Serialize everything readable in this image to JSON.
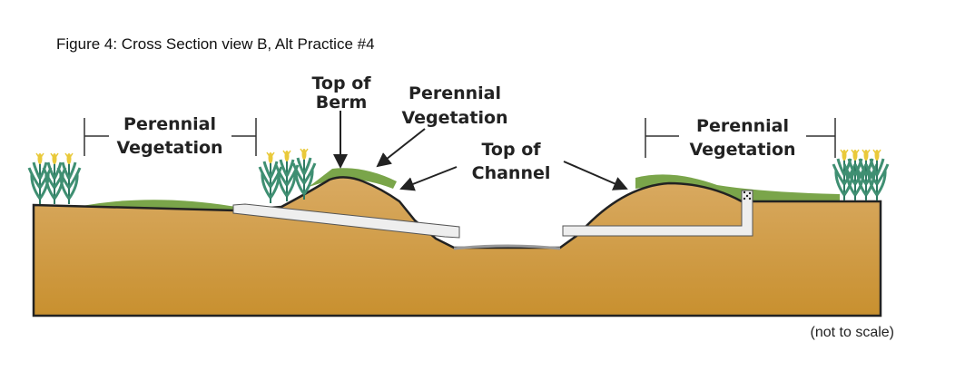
{
  "figure": {
    "title": "Figure 4: Cross Section view B, Alt Practice #4",
    "note": "(not to scale)"
  },
  "labels": {
    "top_of_berm": [
      "Top of",
      "Berm"
    ],
    "perennial_vegetation_berm": [
      "Perennial",
      "Vegetation"
    ],
    "top_of_channel": [
      "Top of",
      "Channel"
    ],
    "perennial_vegetation_left": [
      "Perennial",
      "Vegetation"
    ],
    "perennial_vegetation_right": [
      "Perennial",
      "Vegetation"
    ]
  },
  "colors": {
    "soil_top": "#d9aa62",
    "soil_bottom": "#c8902f",
    "grass": "#7aa54a",
    "pipe": "#eeeeee",
    "outline": "#222222"
  }
}
